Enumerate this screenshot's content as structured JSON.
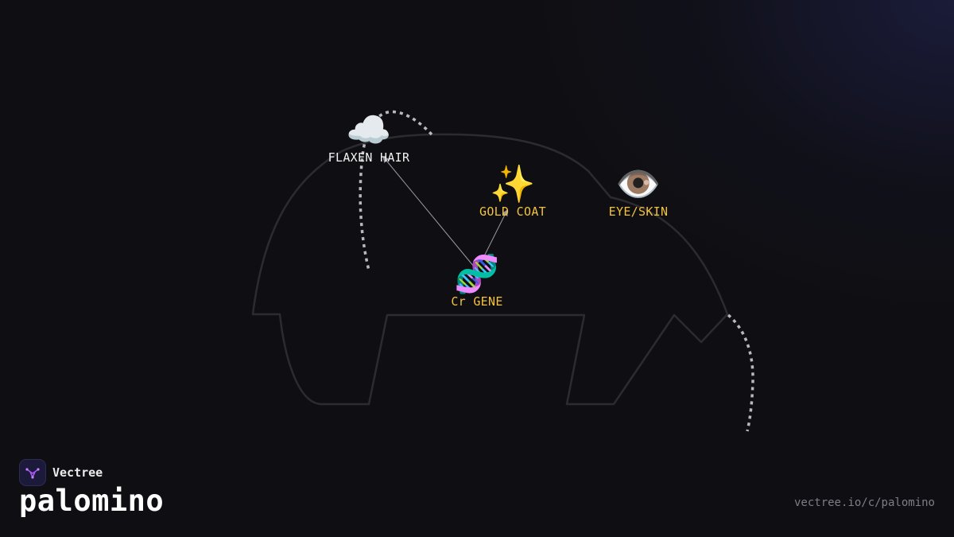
{
  "diagram": {
    "nodes": [
      {
        "id": "flaxen",
        "emoji": "☁️",
        "label": "FLAXEN HAIR",
        "color": "#f2f2f2"
      },
      {
        "id": "gold",
        "emoji": "✨",
        "label": "GOLD COAT",
        "color": "#f3c23c"
      },
      {
        "id": "eye",
        "emoji": "👁️",
        "label": "EYE/SKIN",
        "color": "#f3c23c"
      },
      {
        "id": "cr",
        "emoji": "🧬",
        "label": "Cr GENE",
        "color": "#f3c23c"
      }
    ],
    "edges": [
      {
        "from": "cr",
        "to": "flaxen"
      },
      {
        "from": "cr",
        "to": "gold"
      }
    ]
  },
  "brand": {
    "name": "Vectree",
    "logo_icon": "vectree-logo-icon",
    "accent": "#a855f7"
  },
  "page": {
    "title": "palomino",
    "url": "vectree.io/c/palomino"
  }
}
